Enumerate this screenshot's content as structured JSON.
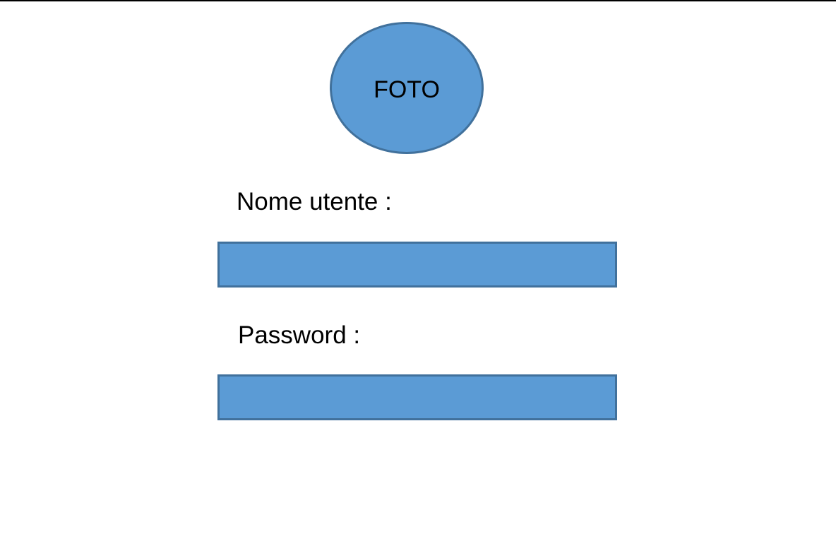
{
  "photo": {
    "label": "FOTO"
  },
  "form": {
    "username_label": "Nome utente :",
    "username_value": "",
    "password_label": "Password :",
    "password_value": ""
  },
  "colors": {
    "fill": "#5b9bd5",
    "border": "#41719c",
    "text": "#000000"
  }
}
